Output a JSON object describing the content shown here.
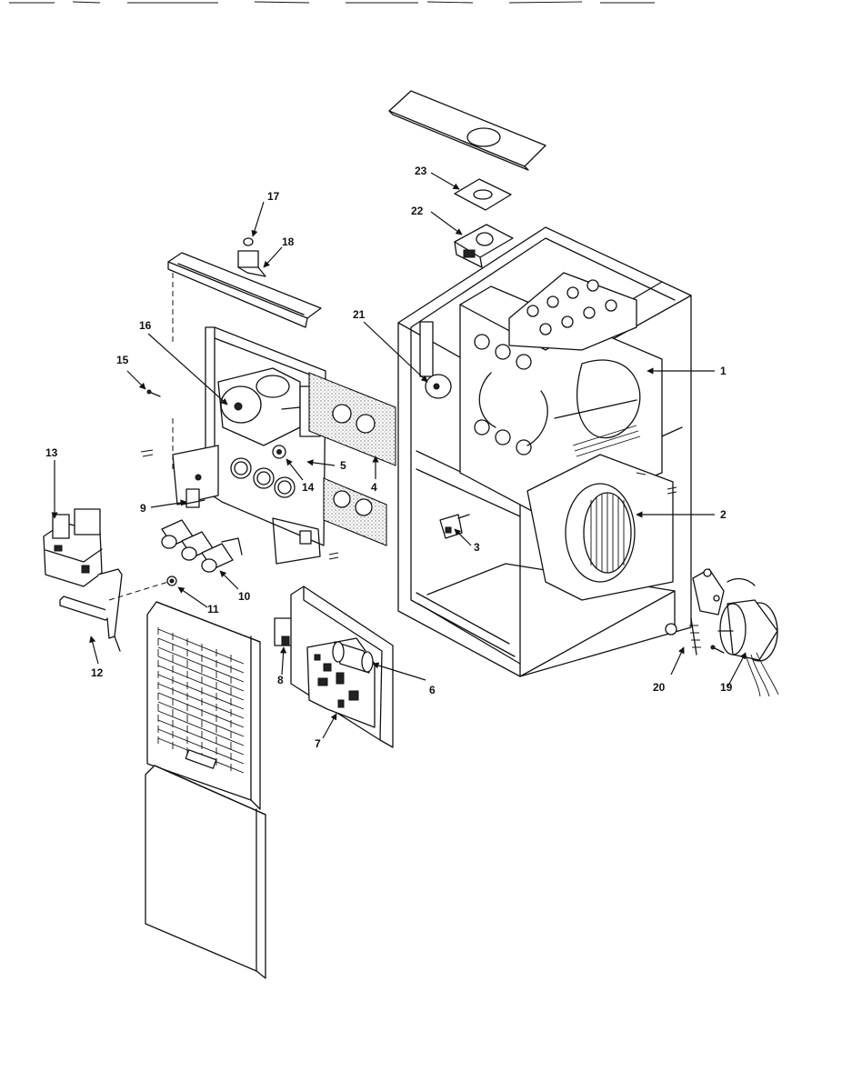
{
  "header_text": "",
  "diagram": {
    "callouts": [
      {
        "id": "c1",
        "text": "1"
      },
      {
        "id": "c2",
        "text": "2"
      },
      {
        "id": "c3",
        "text": "3"
      },
      {
        "id": "c4",
        "text": "4"
      },
      {
        "id": "c5",
        "text": "5"
      },
      {
        "id": "c6",
        "text": "6"
      },
      {
        "id": "c7",
        "text": "7"
      },
      {
        "id": "c8",
        "text": "8"
      },
      {
        "id": "c9",
        "text": "9"
      },
      {
        "id": "c10",
        "text": "10"
      },
      {
        "id": "c11",
        "text": "11"
      },
      {
        "id": "c12",
        "text": "12"
      },
      {
        "id": "c13",
        "text": "13"
      },
      {
        "id": "c14",
        "text": "14"
      },
      {
        "id": "c15",
        "text": "15"
      },
      {
        "id": "c16",
        "text": "16"
      },
      {
        "id": "c17",
        "text": "17"
      },
      {
        "id": "c18",
        "text": "18"
      },
      {
        "id": "c19",
        "text": "19"
      },
      {
        "id": "c20",
        "text": "20"
      },
      {
        "id": "c21",
        "text": "21"
      },
      {
        "id": "c22",
        "text": "22"
      },
      {
        "id": "c23",
        "text": "23"
      }
    ]
  }
}
